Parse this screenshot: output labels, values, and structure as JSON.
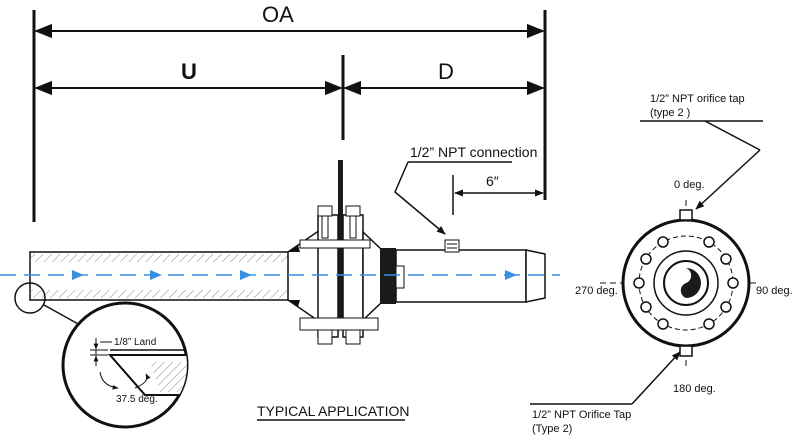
{
  "dimensions": {
    "oa": "OA",
    "u": "U",
    "d": "D",
    "six_inch": "6″"
  },
  "callouts": {
    "npt_connection": "1/2” NPT connection",
    "orifice_tap_top_line1": "1/2” NPT orifice tap",
    "orifice_tap_top_line2": "(type 2 )",
    "orifice_tap_bottom_line1": "1/2” NPT Orifice Tap",
    "orifice_tap_bottom_line2": "(Type 2)",
    "land": "1/8” Land",
    "bevel_angle": "37.5 deg."
  },
  "angles": {
    "top": "0 deg.",
    "right": "90 deg.",
    "bottom": "180 deg.",
    "left": "270 deg."
  },
  "caption": "TYPICAL APPLICATION",
  "colors": {
    "flow_line": "#3a8fe0",
    "line": "#111111",
    "dark_fill": "#1a1a1a"
  }
}
